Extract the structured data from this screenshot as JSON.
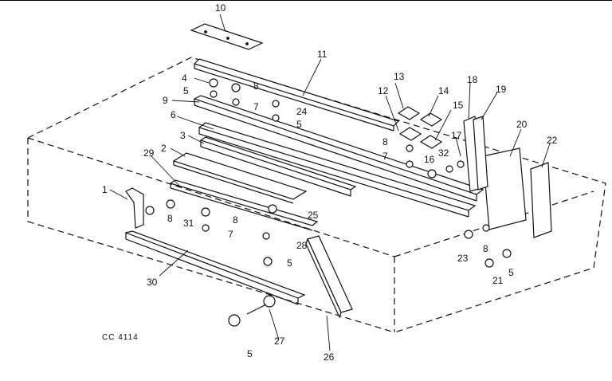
{
  "reference_code": "CC 4114",
  "colors": {
    "ink": "#111111",
    "paper": "#ffffff",
    "dash": "#222222"
  },
  "callouts": [
    "10",
    "11",
    "4",
    "5",
    "8",
    "9",
    "7",
    "24",
    "5",
    "6",
    "3",
    "2",
    "29",
    "1",
    "8",
    "31",
    "8",
    "7",
    "25",
    "28",
    "5",
    "30",
    "5",
    "27",
    "26",
    "13",
    "12",
    "14",
    "15",
    "18",
    "19",
    "8",
    "7",
    "16",
    "32",
    "17",
    "20",
    "22",
    "23",
    "8",
    "21",
    "5"
  ]
}
